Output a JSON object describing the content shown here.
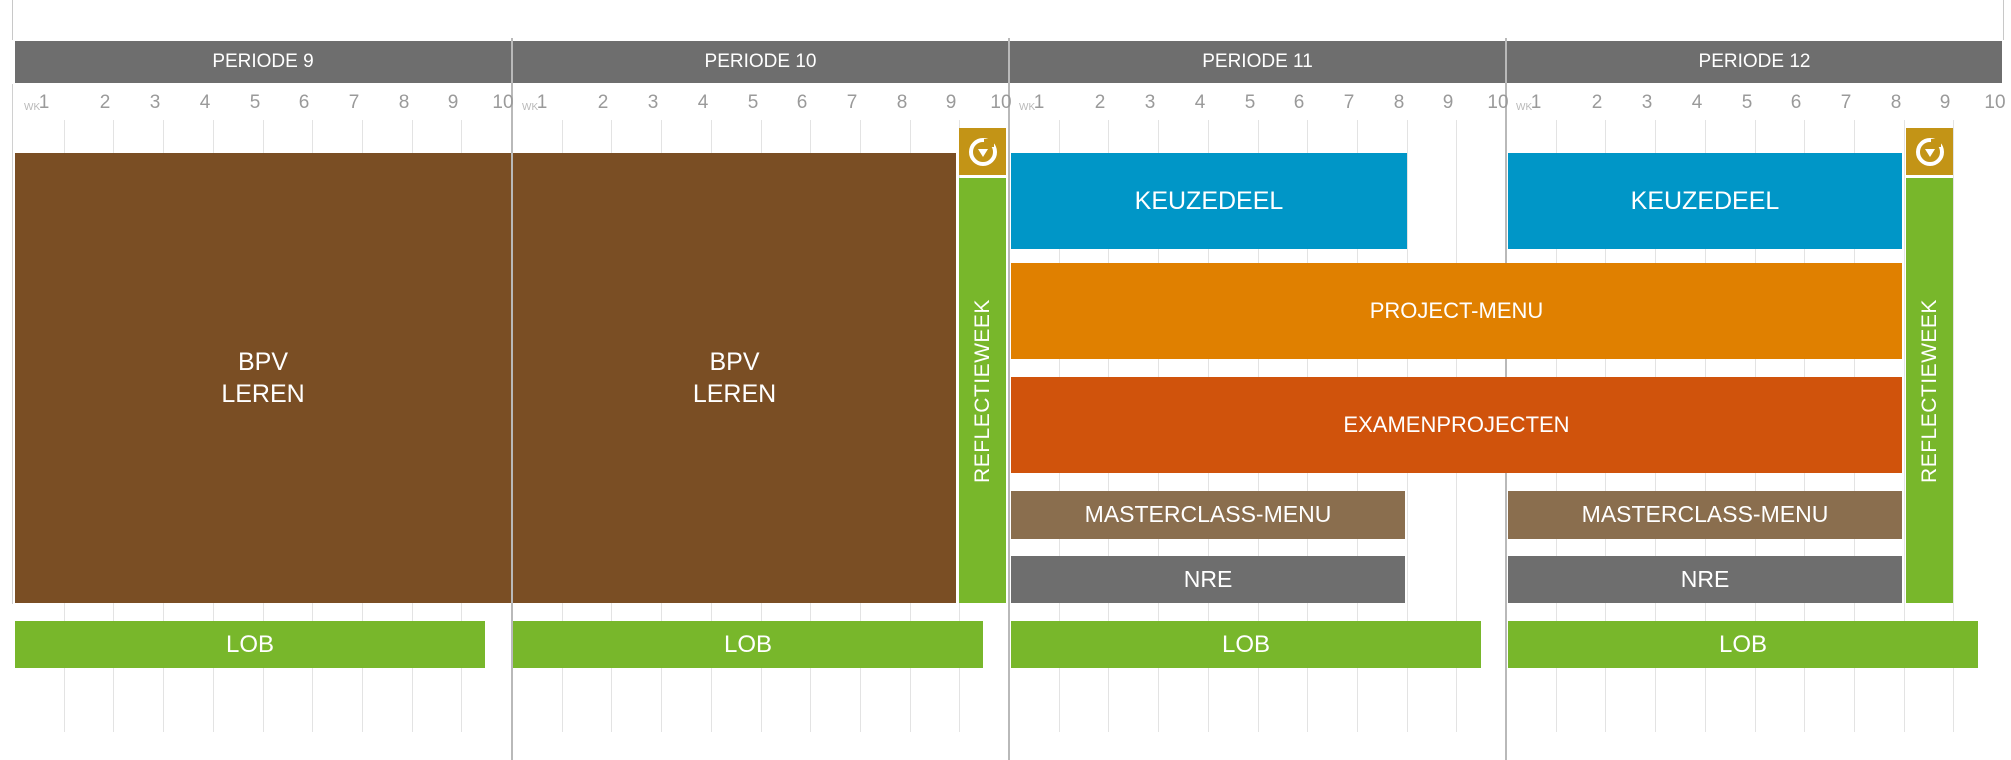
{
  "wk_prefix": "WK",
  "periods": [
    {
      "label": "PERIODE 9"
    },
    {
      "label": "PERIODE 10"
    },
    {
      "label": "PERIODE 11"
    },
    {
      "label": "PERIODE 12"
    }
  ],
  "weeks": [
    "1",
    "2",
    "3",
    "4",
    "5",
    "6",
    "7",
    "8",
    "9",
    "10"
  ],
  "blocks": {
    "bpv_1": "BPV\nLEREN",
    "bpv_2": "BPV\nLEREN",
    "reflectieweek_1": "REFLECTIEWEEK",
    "reflectieweek_2": "REFLECTIEWEEK",
    "keuzedeel_1": "KEUZEDEEL",
    "keuzedeel_2": "KEUZEDEEL",
    "project_menu": "PROJECT-MENU",
    "examenprojecten": "EXAMENPROJECTEN",
    "masterclass_1": "MASTERCLASS-MENU",
    "masterclass_2": "MASTERCLASS-MENU",
    "nre_1": "NRE",
    "nre_2": "NRE",
    "lob_1": "LOB",
    "lob_2": "LOB",
    "lob_3": "LOB",
    "lob_4": "LOB"
  },
  "icons": {
    "reflect_icon": "return-arrow-icon"
  },
  "colors": {
    "header": "#6e6e6e",
    "bpv": "#7a4e24",
    "reflectieweek": "#78b72b",
    "icon_box": "#c39416",
    "keuzedeel": "#0096c7",
    "project_menu": "#e08000",
    "examenprojecten": "#d0530c",
    "masterclass": "#8a6e4e",
    "nre": "#6e6e6e",
    "lob": "#78b72b"
  }
}
